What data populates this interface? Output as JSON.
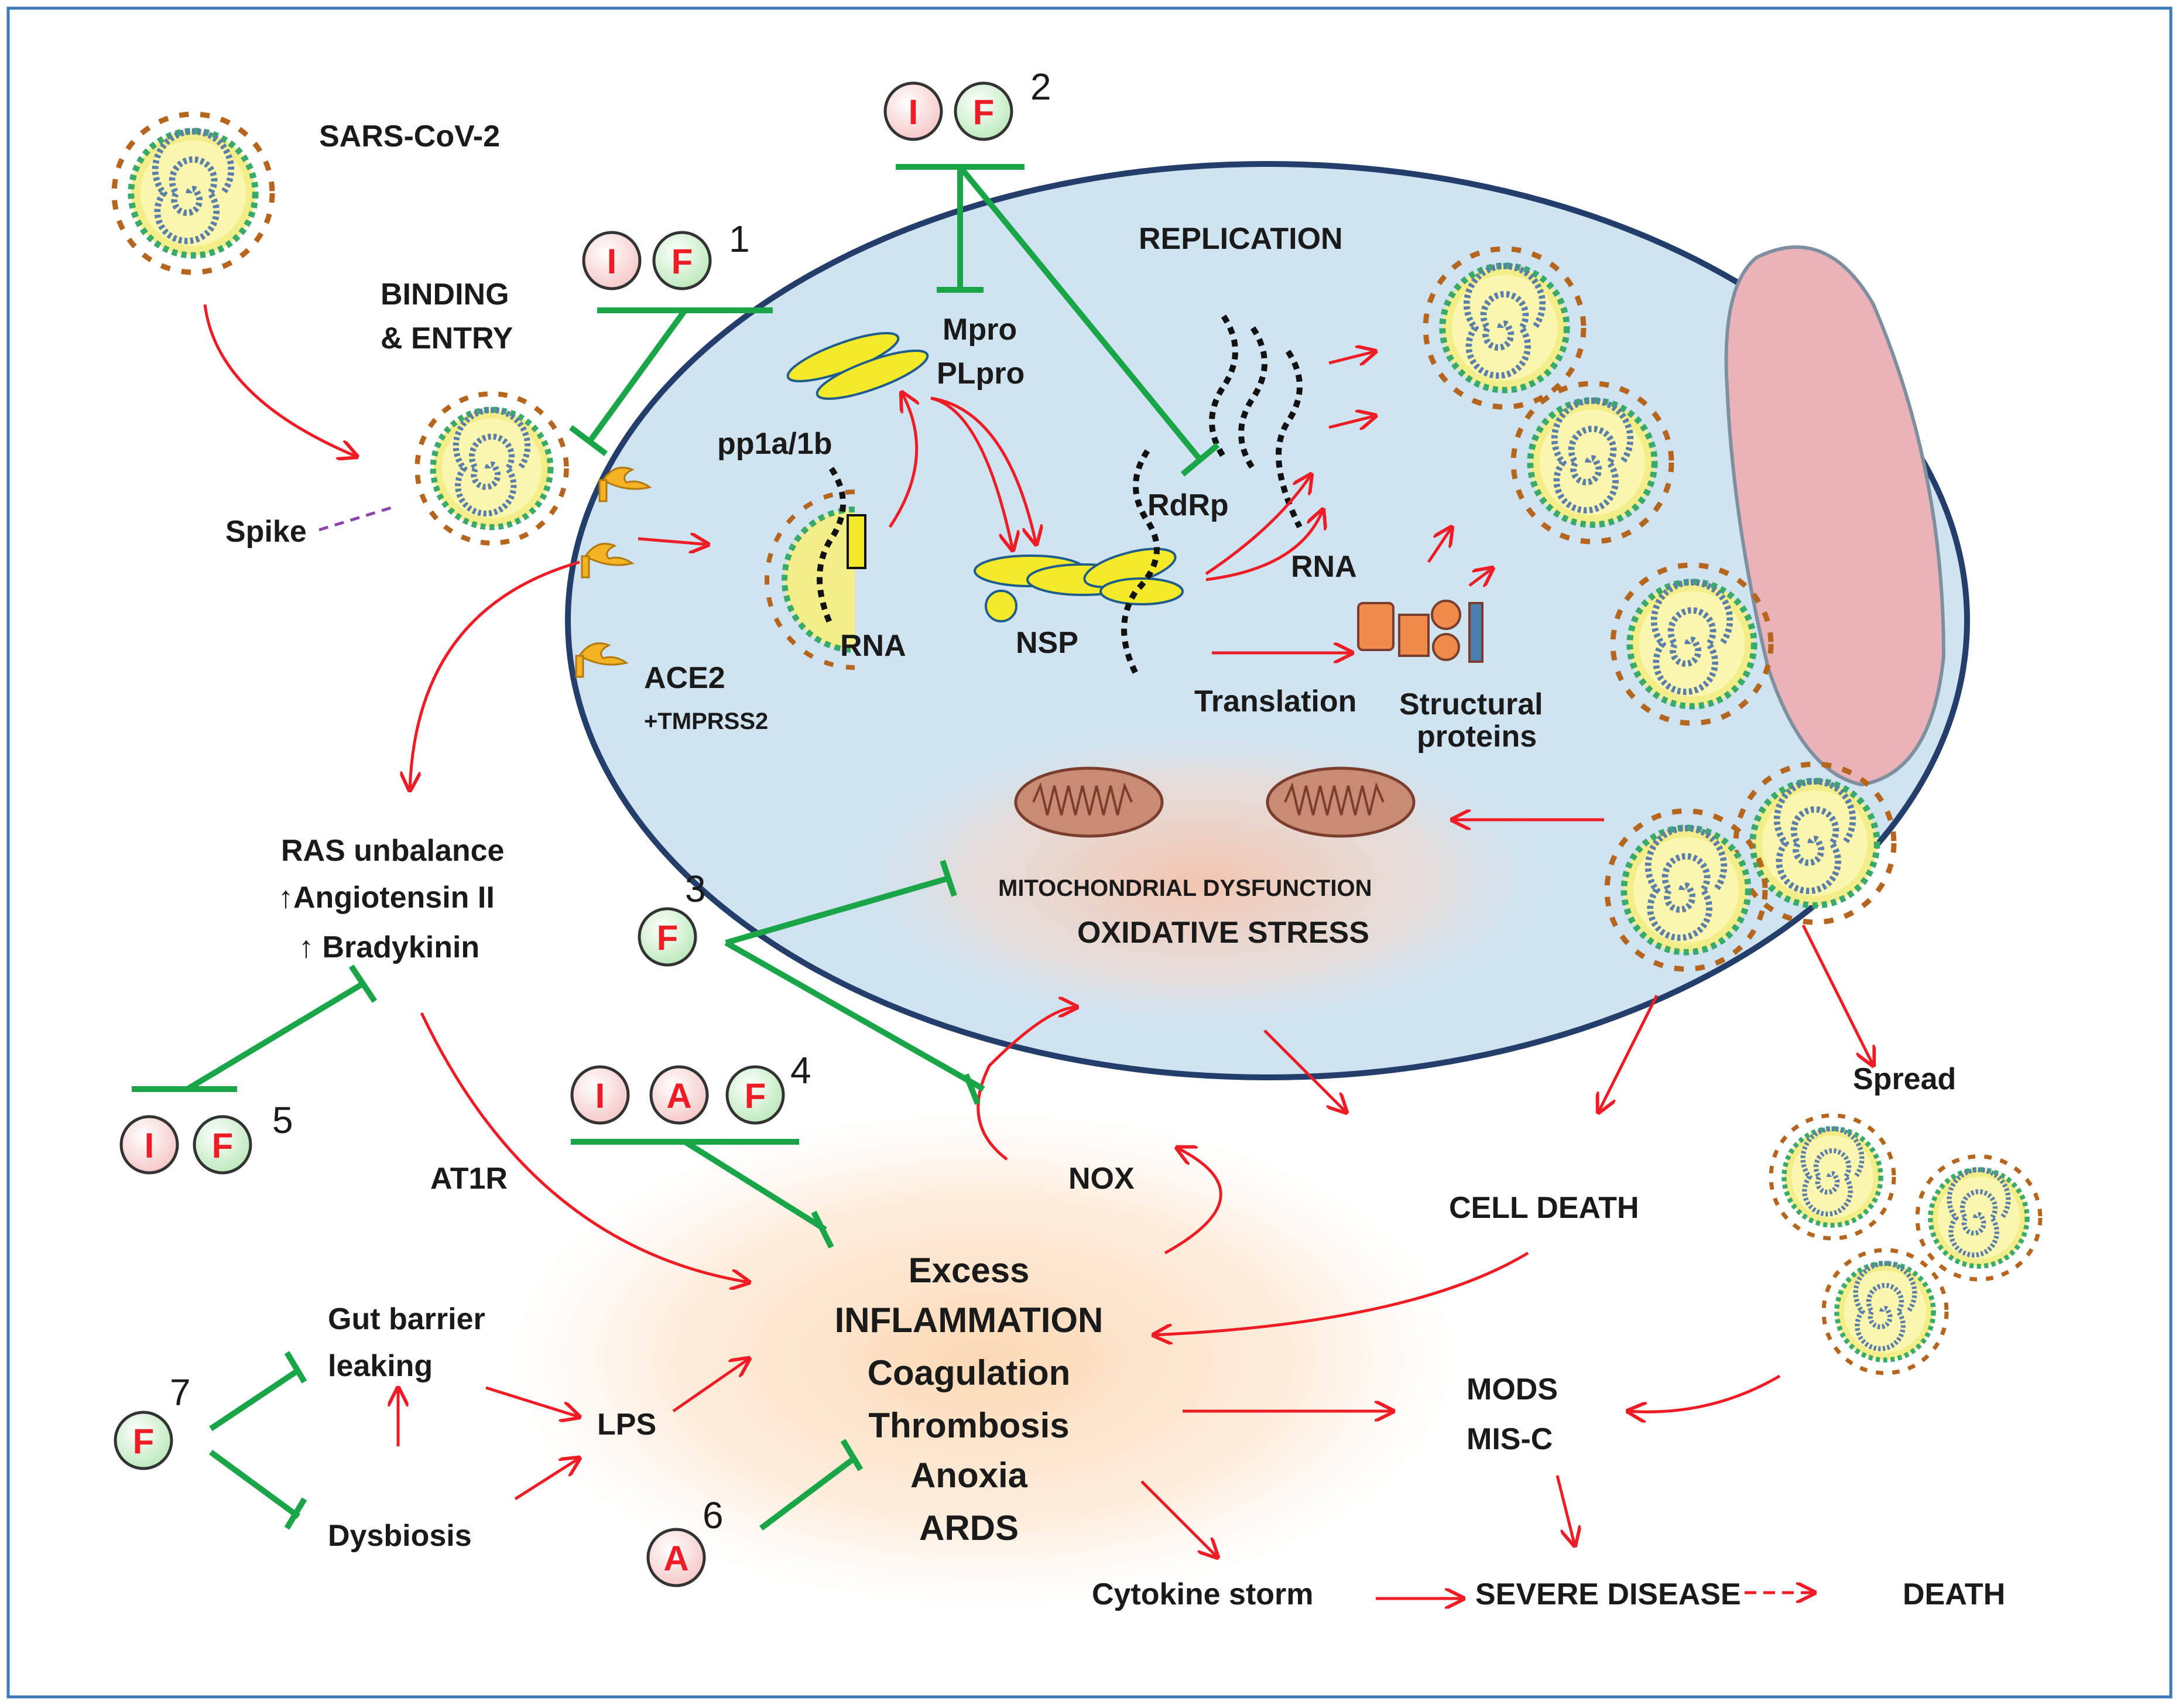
{
  "labels": {
    "virus": "SARS-CoV-2",
    "binding_1": "BINDING",
    "binding_2": "& ENTRY",
    "spike": "Spike",
    "ace2": "ACE2",
    "tmprss2": "+TMPRSS2",
    "pp1a": "pp1a/1b",
    "rna_a": "RNA",
    "mpro": "Mpro",
    "plpro": "PLpro",
    "nsp": "NSP",
    "rdrp": "RdRp",
    "replication": "REPLICATION",
    "rna_b": "RNA",
    "translation": "Translation",
    "structural_1": "Structural",
    "structural_2": "proteins",
    "mito": "MITOCHONDRIAL DYSFUNCTION",
    "oxid": "OXIDATIVE STRESS",
    "ras_1": "RAS unbalance",
    "ras_2": "↑Angiotensin II",
    "ras_3": "↑ Bradykinin",
    "at1r": "AT1R",
    "nox": "NOX",
    "cell_death": "CELL DEATH",
    "spread": "Spread",
    "inflam_1": "Excess",
    "inflam_2": "INFLAMMATION",
    "inflam_3": "Coagulation",
    "inflam_4": "Thrombosis",
    "inflam_5": "Anoxia",
    "inflam_6": "ARDS",
    "gut_1": "Gut barrier",
    "gut_2": "leaking",
    "dysbiosis": "Dysbiosis",
    "lps": "LPS",
    "mods": "MODS",
    "misc": "MIS-C",
    "cytokine": "Cytokine storm",
    "severe": "SEVERE DISEASE",
    "death": "DEATH"
  },
  "badges": {
    "i": "I",
    "f": "F",
    "a": "A"
  },
  "numbers": {
    "n1": "1",
    "n2": "2",
    "n3": "3",
    "n4": "4",
    "n5": "5",
    "n6": "6",
    "n7": "7"
  },
  "colors": {
    "activation_arrow": "#ee1c24",
    "inhibition_bar": "#1aa548",
    "cell_fill": "#cfe3f0",
    "nucleus_fill": "#eab3b8",
    "badge_i_fill": "#ffe3e3",
    "badge_f_fill": "#d9f5d9",
    "badge_a_fill": "#ffe3e3"
  }
}
